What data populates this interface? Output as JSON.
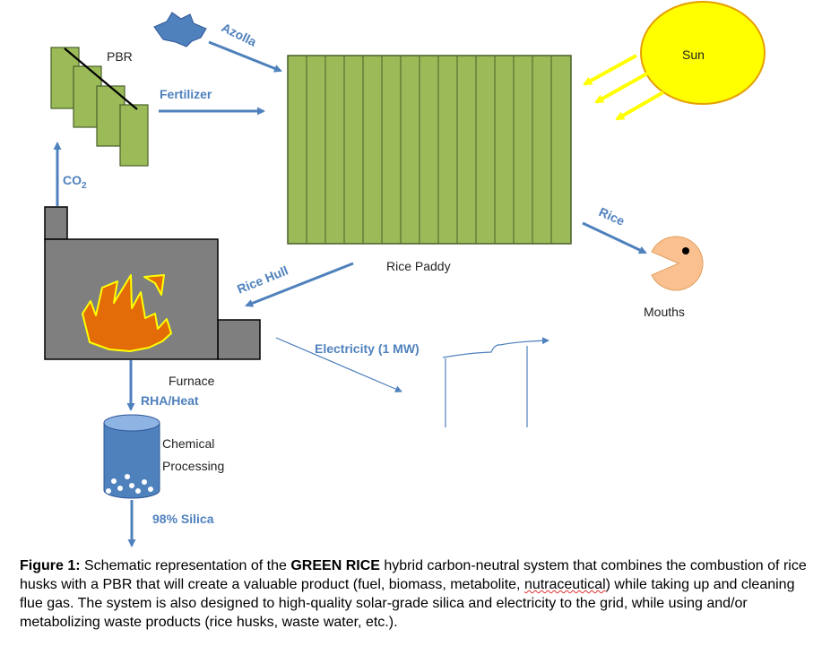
{
  "labels": {
    "pbr": "PBR",
    "azolla": "Azolla",
    "fertilizer": "Fertilizer",
    "co2_main": "CO",
    "co2_sub": "2",
    "sun": "Sun",
    "rice_paddy": "Rice Paddy",
    "rice": "Rice",
    "mouths": "Mouths",
    "rice_hull": "Rice Hull",
    "furnace": "Furnace",
    "electricity": "Electricity (1 MW)",
    "rha_heat": "RHA/Heat",
    "chemical_line1": "Chemical",
    "chemical_line2": "Processing",
    "silica": "98% Silica"
  },
  "caption": {
    "lead": "Figure 1:",
    "text1": " Schematic representation of the ",
    "highlight": "GREEN RICE",
    "text2": " hybrid carbon-neutral system that combines the combustion of rice husks with a PBR that will create a valuable product (fuel, biomass, metabolite, ",
    "misspelled": "nutraceutical",
    "text3": ") while taking up and cleaning flue gas.  The system is also designed to high-quality solar-grade silica and electricity to the grid, while using and/or metabolizing waste products (rice husks, waste water, etc.)."
  },
  "colors": {
    "arrow": "#4f81bd",
    "paddy": "#9bbb59",
    "sun": "#ffff00",
    "sun_rays": "#ffff00",
    "furnace": "#7f7f7f",
    "flame": "#e36c09",
    "mouth": "#fac090",
    "azolla": "#4f81bd",
    "tank": "#4f81bd"
  }
}
